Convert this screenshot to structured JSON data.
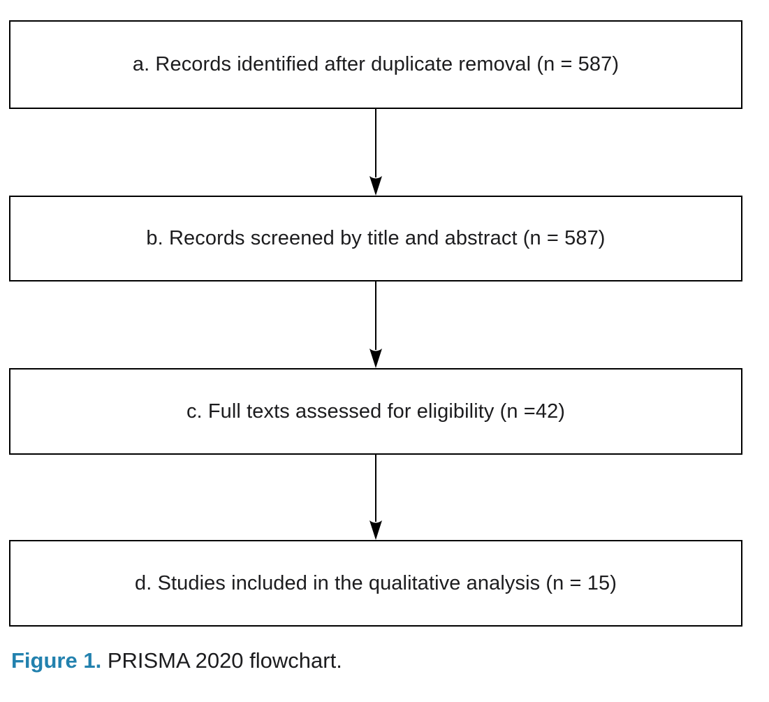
{
  "figure": {
    "type": "flowchart",
    "boxes": [
      "a. Records identified after duplicate removal (n = 587)",
      "b. Records screened by title and abstract (n = 587)",
      "c. Full texts assessed for eligibility (n =42)",
      "d. Studies included in the qualitative analysis (n = 15)"
    ],
    "n_values": [
      587,
      587,
      42,
      15
    ],
    "caption": {
      "label": "Figure 1.",
      "text": "PRISMA 2020 flowchart."
    },
    "colors": {
      "accent_blue": "#2281ae",
      "border": "#000000",
      "text": "#1c1c1e",
      "background": "#ffffff"
    }
  }
}
